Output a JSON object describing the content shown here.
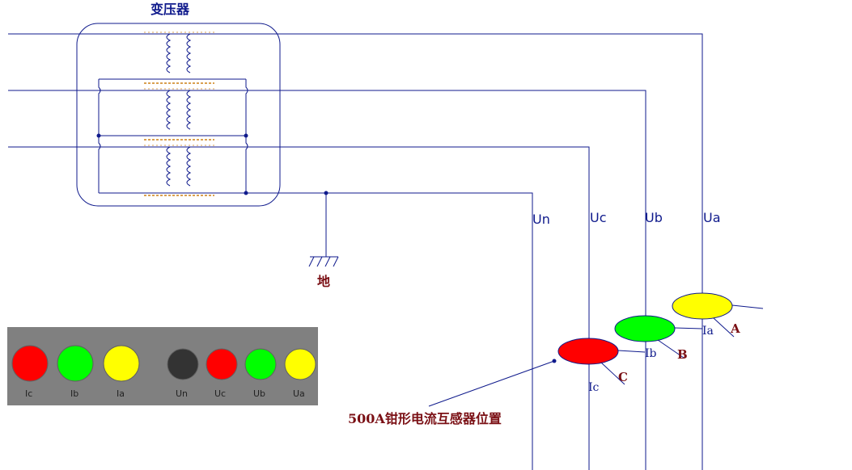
{
  "transformer_label": "变压器",
  "ground_label": "地",
  "clamp_label": "500A钳形电流互感器位置",
  "voltage_lines": [
    {
      "id": "un",
      "label": "Un"
    },
    {
      "id": "uc",
      "label": "Uc"
    },
    {
      "id": "ub",
      "label": "Ub"
    },
    {
      "id": "ua",
      "label": "Ua"
    }
  ],
  "clamps": [
    {
      "id": "a",
      "phase_label": "A",
      "current_label": "Ia",
      "color": "#ffff00"
    },
    {
      "id": "b",
      "phase_label": "B",
      "current_label": "Ib",
      "color": "#00ff00"
    },
    {
      "id": "c",
      "phase_label": "C",
      "current_label": "Ic",
      "color": "#ff0000"
    }
  ],
  "legend": [
    {
      "label": "Ic",
      "color": "#ff0000"
    },
    {
      "label": "Ib",
      "color": "#00ff00"
    },
    {
      "label": "Ia",
      "color": "#ffff00"
    },
    {
      "label": "Un",
      "color": "#333333"
    },
    {
      "label": "Uc",
      "color": "#ff0000"
    },
    {
      "label": "Ub",
      "color": "#00ff00"
    },
    {
      "label": "Ua",
      "color": "#ffff00"
    }
  ],
  "colors": {
    "wire": "#0f1a8c",
    "annotation": "#7a0f14",
    "legend_bg": "#808080"
  }
}
